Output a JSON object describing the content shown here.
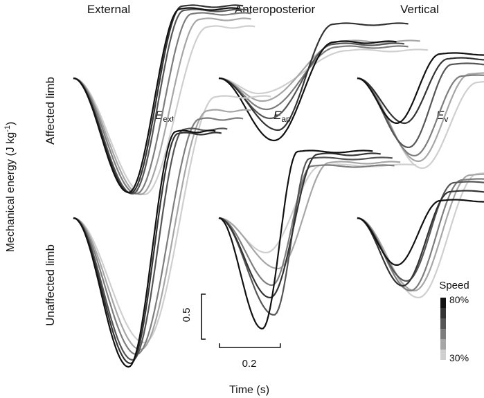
{
  "chart_data": {
    "type": "line",
    "ylabel": "Mechanical energy (J kg",
    "ylabel_sup": "-1",
    "ylabel_close": ")",
    "xlabel": "Time (s)",
    "columns": [
      "External",
      "Anteroposterior",
      "Vertical"
    ],
    "rows": [
      "Affected limb",
      "Unaffected limb"
    ],
    "panel_labels": [
      {
        "base": "E",
        "sub": "ext"
      },
      {
        "base": "E",
        "sub": "ap"
      },
      {
        "base": "E",
        "sub": "v"
      }
    ],
    "scale_bar": {
      "y_value": 0.5,
      "y_label": "0.5",
      "x_value": 0.2,
      "x_label": "0.2"
    },
    "legend": {
      "title": "Speed",
      "max_label": "80%",
      "min_label": "30%"
    },
    "series_colors": [
      "#111111",
      "#333333",
      "#555555",
      "#7d7d7d",
      "#a6a6a6",
      "#cfcfcf"
    ],
    "panels": [
      {
        "name": "External - Affected limb",
        "col": 0,
        "row": 0,
        "series": [
          {
            "t_min": 0.14,
            "depth": 1.65,
            "rise": 0.13,
            "end": 0.15,
            "final": 1.0
          },
          {
            "t_min": 0.145,
            "depth": 1.66,
            "rise": 0.13,
            "end": 0.155,
            "final": 1.04
          },
          {
            "t_min": 0.15,
            "depth": 1.67,
            "rise": 0.13,
            "end": 0.16,
            "final": 0.98
          },
          {
            "t_min": 0.16,
            "depth": 1.67,
            "rise": 0.14,
            "end": 0.15,
            "final": 0.93
          },
          {
            "t_min": 0.17,
            "depth": 1.68,
            "rise": 0.15,
            "end": 0.13,
            "final": 0.85
          },
          {
            "t_min": 0.18,
            "depth": 1.68,
            "rise": 0.16,
            "end": 0.12,
            "final": 0.74
          }
        ]
      },
      {
        "name": "Anteroposterior - Affected limb",
        "col": 1,
        "row": 0,
        "series": [
          {
            "t_min": 0.14,
            "depth": 0.9,
            "rise": 0.15,
            "end": 0.16,
            "final": 0.52
          },
          {
            "t_min": 0.15,
            "depth": 0.75,
            "rise": 0.14,
            "end": 0.19,
            "final": 0.78
          },
          {
            "t_min": 0.13,
            "depth": 0.58,
            "rise": 0.16,
            "end": 0.18,
            "final": 0.49
          },
          {
            "t_min": 0.12,
            "depth": 0.45,
            "rise": 0.18,
            "end": 0.18,
            "final": 0.45
          },
          {
            "t_min": 0.11,
            "depth": 0.33,
            "rise": 0.2,
            "end": 0.2,
            "final": 0.53
          },
          {
            "t_min": 0.1,
            "depth": 0.22,
            "rise": 0.23,
            "end": 0.2,
            "final": 0.4
          }
        ]
      },
      {
        "name": "Vertical - Affected limb",
        "col": 2,
        "row": 0,
        "series": [
          {
            "t_min": 0.1,
            "depth": 0.65,
            "rise": 0.11,
            "end": 0.21,
            "final": 0.35
          },
          {
            "t_min": 0.12,
            "depth": 0.65,
            "rise": 0.11,
            "end": 0.19,
            "final": 0.28
          },
          {
            "t_min": 0.13,
            "depth": 1.0,
            "rise": 0.11,
            "end": 0.22,
            "final": 0.2
          },
          {
            "t_min": 0.145,
            "depth": 1.12,
            "rise": 0.12,
            "end": 0.23,
            "final": 0.03
          },
          {
            "t_min": 0.155,
            "depth": 1.2,
            "rise": 0.13,
            "end": 0.23,
            "final": 0.06
          },
          {
            "t_min": 0.165,
            "depth": 1.3,
            "rise": 0.14,
            "end": 0.2,
            "final": -0.06
          }
        ]
      },
      {
        "name": "External - Unaffected limb",
        "col": 0,
        "row": 1,
        "series": [
          {
            "t_min": 0.14,
            "depth": 2.15,
            "rise": 0.12,
            "end": 0.1,
            "final": 1.25
          },
          {
            "t_min": 0.145,
            "depth": 2.1,
            "rise": 0.12,
            "end": 0.11,
            "final": 1.22
          },
          {
            "t_min": 0.15,
            "depth": 2.05,
            "rise": 0.13,
            "end": 0.11,
            "final": 1.28
          },
          {
            "t_min": 0.16,
            "depth": 1.97,
            "rise": 0.16,
            "end": 0.11,
            "final": 1.43
          },
          {
            "t_min": 0.17,
            "depth": 1.9,
            "rise": 0.17,
            "end": 0.11,
            "final": 1.55
          },
          {
            "t_min": 0.18,
            "depth": 1.8,
            "rise": 0.18,
            "end": 0.14,
            "final": 1.75
          }
        ]
      },
      {
        "name": "Anteroposterior - Unaffected limb",
        "col": 1,
        "row": 1,
        "series": [
          {
            "t_min": 0.11,
            "depth": 1.6,
            "rise": 0.09,
            "end": 0.19,
            "final": 0.96
          },
          {
            "t_min": 0.13,
            "depth": 1.15,
            "rise": 0.12,
            "end": 0.16,
            "final": 0.92
          },
          {
            "t_min": 0.14,
            "depth": 1.4,
            "rise": 0.09,
            "end": 0.21,
            "final": 0.86
          },
          {
            "t_min": 0.135,
            "depth": 0.97,
            "rise": 0.1,
            "end": 0.21,
            "final": 0.75
          },
          {
            "t_min": 0.15,
            "depth": 0.73,
            "rise": 0.13,
            "end": 0.18,
            "final": 0.8
          },
          {
            "t_min": 0.12,
            "depth": 0.5,
            "rise": 0.14,
            "end": 0.24,
            "final": 0.76
          }
        ]
      },
      {
        "name": "Vertical - Unaffected limb",
        "col": 2,
        "row": 1,
        "series": [
          {
            "t_min": 0.1,
            "depth": 0.68,
            "rise": 0.11,
            "end": 0.21,
            "final": 0.25
          },
          {
            "t_min": 0.115,
            "depth": 0.98,
            "rise": 0.12,
            "end": 0.23,
            "final": 0.38
          },
          {
            "t_min": 0.125,
            "depth": 0.91,
            "rise": 0.12,
            "end": 0.23,
            "final": 0.51
          },
          {
            "t_min": 0.135,
            "depth": 1.05,
            "rise": 0.13,
            "end": 0.25,
            "final": 0.55
          },
          {
            "t_min": 0.145,
            "depth": 1.05,
            "rise": 0.14,
            "end": 0.28,
            "final": 0.62
          },
          {
            "t_min": 0.155,
            "depth": 1.15,
            "rise": 0.15,
            "end": 0.26,
            "final": 0.64
          }
        ]
      }
    ]
  }
}
